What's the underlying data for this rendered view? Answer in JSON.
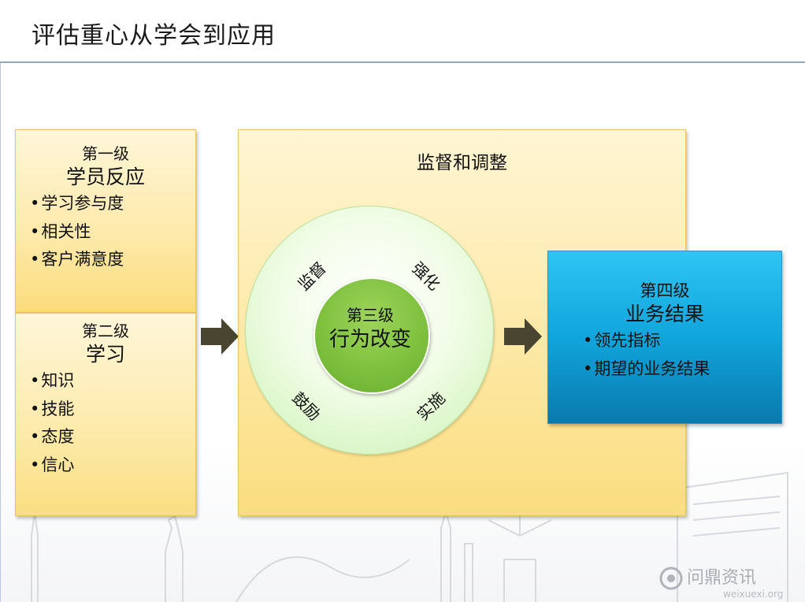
{
  "title": "评估重心从学会到应用",
  "level1": {
    "sub": "第一级",
    "main": "学员反应",
    "bullets": [
      "学习参与度",
      "相关性",
      "客户满意度"
    ]
  },
  "level2": {
    "sub": "第二级",
    "main": "学习",
    "bullets": [
      "知识",
      "技能",
      "态度",
      "信心"
    ]
  },
  "center": {
    "title": "监督和调整",
    "ring_labels": [
      "监督",
      "强化",
      "鼓励",
      "实施"
    ],
    "core_sub": "第三级",
    "core_main": "行为改变"
  },
  "level4": {
    "sub": "第四级",
    "main": "业务结果",
    "bullets": [
      "领先指标",
      "期望的业务结果"
    ]
  },
  "logo": {
    "text": "问鼎资讯",
    "url_text": "weixuexi.org"
  },
  "colors": {
    "yellow_box": "#fde9a8",
    "blue_box": "#10a5dc",
    "green_core": "#7fc13f",
    "arrow": "#4a4530"
  }
}
